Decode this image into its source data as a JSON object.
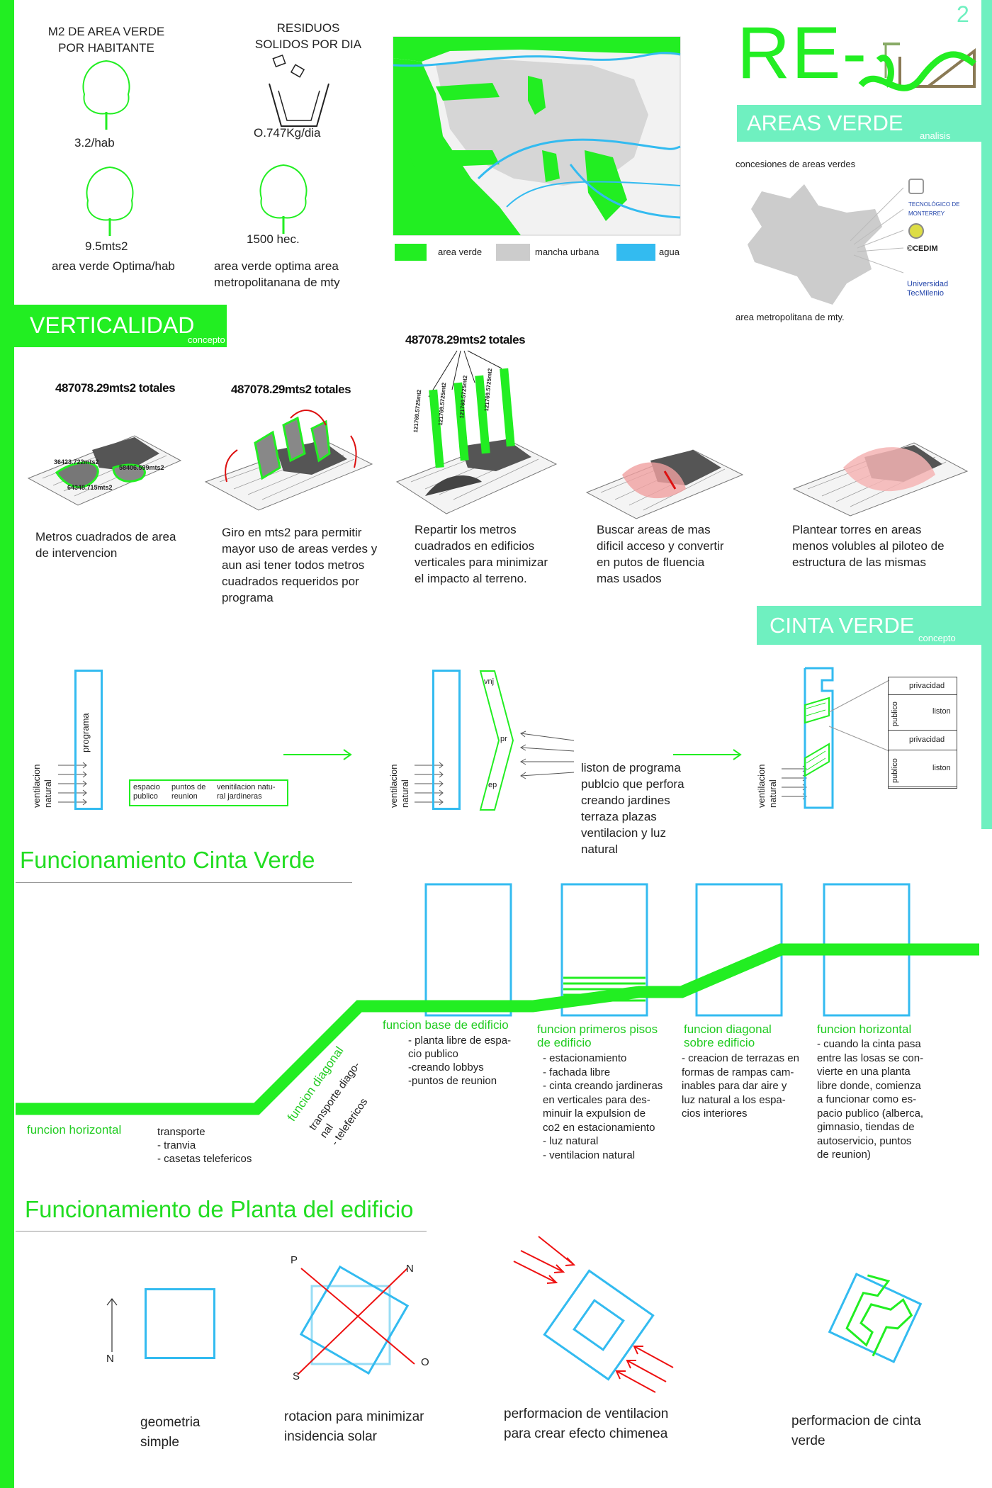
{
  "header": {
    "brand": "RE-",
    "page_number": "2"
  },
  "stats": {
    "m2_title": "M2 DE AREA VERDE\nPOR HABITANTE",
    "m2_value": "3.2/hab",
    "residuos_title": "RESIDUOS\nSOLIDOS POR DIA",
    "residuos_value": "O.747Kg/dia",
    "optima_value": "9.5mts2",
    "optima_label": "area verde Optima/hab",
    "metro_value": "1500 hec.",
    "metro_label": "area verde optima area\nmetropolitanana de mty"
  },
  "map_legend": [
    {
      "label": "area verde",
      "color": "#22ee22"
    },
    {
      "label": "mancha urbana",
      "color": "#cccccc"
    },
    {
      "label": "agua",
      "color": "#33bbf0"
    }
  ],
  "areas_verde": {
    "title": "AREAS VERDE",
    "subtitle": "analisis",
    "concesiones": "concesiones de areas verdes",
    "area_metro": "area metropolitana de mty.",
    "logos": [
      "TECNOLÓGICO DE MONTERREY",
      "©CEDIM",
      "Universidad TecMilenio"
    ]
  },
  "verticalidad": {
    "title": "VERTICALIDAD",
    "subtitle": "concepto",
    "totals": [
      "487078.29mts2 totales",
      "487078.29mts2 totales",
      "487078.29mts2 totales"
    ],
    "area_labels": [
      "36423.722mts2",
      "58406.599mts2",
      "64348.715mts2"
    ],
    "tower_label": "121769.5725mt2",
    "captions": [
      "Metros cuadrados de area\nde intervencion",
      "Giro en mts2 para permitir\nmayor uso de areas verdes y\naun asi tener todos metros\ncuadrados requeridos por\nprograma",
      "Repartir los metros\ncuadrados en edificios\nverticales para minimizar\nel impacto al terreno.",
      "Buscar areas de mas\ndificil acceso y convertir\nen putos de fluencia\nmas usados",
      "Plantear torres en areas\nmenos volubles al piloteo de\nestructura de las mismas"
    ]
  },
  "cinta_verde": {
    "title": "CINTA VERDE",
    "subtitle": "concepto",
    "ventilacion": "ventilacion\nnatural",
    "programa": "programa",
    "box_labels": [
      "espacio\npublico",
      "puntos de\nreunion",
      "venitilacion natu-\nral jardineras"
    ],
    "strip_labels": [
      "vnj",
      "pr",
      "ep"
    ],
    "description": "liston de programa\npublcio que perfora\ncreando jardines\nterraza plazas\nventilacion y luz\nnatural",
    "section_labels": [
      "privacidad",
      "publico",
      "liston",
      "privacidad",
      "publico",
      "liston"
    ]
  },
  "funcionamiento_cinta": {
    "title": "Funcionamiento Cinta Verde",
    "stages": [
      {
        "title": "funcion horizontal",
        "text": "transporte\n- tranvia\n- casetas telefericos"
      },
      {
        "title": "funcion diagonal",
        "text": "transporte diago-\nnal\n- telefericos"
      },
      {
        "title": "funcion base de edificio",
        "text": "- planta libre de espa-\ncio publico\n-creando lobbys\n-puntos de reunion"
      },
      {
        "title": "funcion primeros pisos\nde edificio",
        "text": "- estacionamiento\n- fachada libre\n- cinta creando jardineras\nen verticales para des-\nminuir la expulsion de\nco2 en estacionamiento\n      - luz natural\n      - ventilacion natural"
      },
      {
        "title": "funcion diagonal\nsobre edificio",
        "text": "- creacion de terrazas en\nformas de rampas cam-\ninables para dar aire y\nluz natural a los espa-\ncios interiores"
      },
      {
        "title": "funcion horizontal",
        "text": "- cuando la cinta pasa\nentre las losas se con-\nvierte en una planta\nlibre donde, comienza\na funcionar como es-\npacio publico (alberca,\ngimnasio, tiendas de\nautoservicio, puntos\nde reunion)"
      }
    ]
  },
  "funcionamiento_planta": {
    "title": "Funcionamiento de Planta del edificio",
    "compass_n": "N",
    "cardinal": {
      "p": "P",
      "n": "N",
      "s": "S",
      "o": "O"
    },
    "captions": [
      "geometria\nsimple",
      "rotacion para minimizar\ninsidencia solar",
      "performacion de ventilacion\npara crear efecto chimenea",
      "performacion de cinta\nverde"
    ]
  },
  "colors": {
    "green": "#22ee22",
    "mint": "#6ff0c0",
    "blue": "#33bbf0",
    "red": "#ee1111"
  }
}
